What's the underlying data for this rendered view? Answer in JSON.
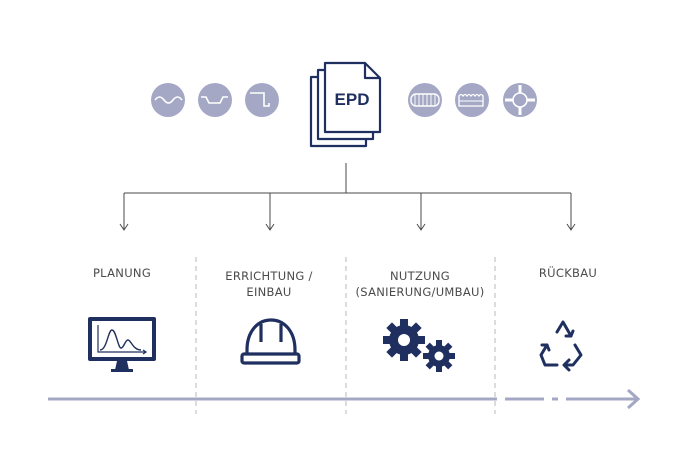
{
  "document": {
    "label": "EPD"
  },
  "colors": {
    "navy": "#1f2f5f",
    "icon_bg": "#a4a8c5",
    "timeline": "#a4a8c5",
    "connector": "#4a4a4a",
    "divider": "#b8b8b8",
    "text": "#4a4a4a"
  },
  "material_icons_left": [
    "wave-profile-icon",
    "trapezoid-profile-icon",
    "z-profile-icon"
  ],
  "material_icons_right": [
    "insulation-roll-icon",
    "insulation-panel-icon",
    "pipe-cross-section-icon"
  ],
  "phases": [
    {
      "id": "planung",
      "lines": [
        "PLANUNG"
      ],
      "icon": "monitor-chart-icon"
    },
    {
      "id": "errichtung",
      "lines": [
        "ERRICHTUNG /",
        "EINBAU"
      ],
      "icon": "hard-hat-icon"
    },
    {
      "id": "nutzung",
      "lines": [
        "NUTZUNG",
        "(SANIERUNG/UMBAU)"
      ],
      "icon": "gears-icon"
    },
    {
      "id": "rueckbau",
      "lines": [
        "RÜCKBAU"
      ],
      "icon": "recycle-icon"
    }
  ]
}
